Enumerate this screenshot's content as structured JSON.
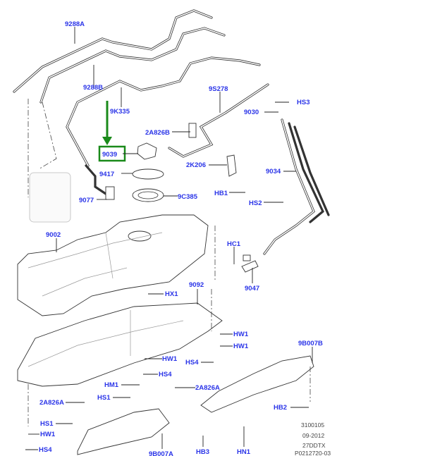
{
  "diagram": {
    "highlight_color": "#1a8a1a",
    "label_color": "#2a34e8",
    "highlighted_part": "9039",
    "labels": {
      "l9288A": "9288A",
      "l9288B": "9288B",
      "l9K335": "9K335",
      "l9039": "9039",
      "l9417": "9417",
      "l9077": "9077",
      "l9C385": "9C385",
      "l2A826B": "2A826B",
      "l9S278": "9S278",
      "l9030": "9030",
      "lHS3": "HS3",
      "l2K206": "2K206",
      "l9034": "9034",
      "lHB1": "HB1",
      "lHS2": "HS2",
      "l9002": "9002",
      "lHC1": "HC1",
      "l9047": "9047",
      "lHX1": "HX1",
      "l9092": "9092",
      "lHW1a": "HW1",
      "lHW1b": "HW1",
      "lHS4a": "HS4",
      "lHW1c": "HW1",
      "lHS4b": "HS4",
      "lHM1": "HM1",
      "l2A826Aa": "2A826A",
      "lHS1a": "HS1",
      "l2A826Ab": "2A826A",
      "lHS1b": "HS1",
      "lHW1d": "HW1",
      "lHS4c": "HS4",
      "l9B007A": "9B007A",
      "l9B007B": "9B007B",
      "lHB2": "HB2",
      "lHB3": "HB3",
      "lHN1": "HN1"
    },
    "footer": [
      "3100105",
      "09-2012",
      "27DDTX",
      "P0212720-03"
    ]
  }
}
